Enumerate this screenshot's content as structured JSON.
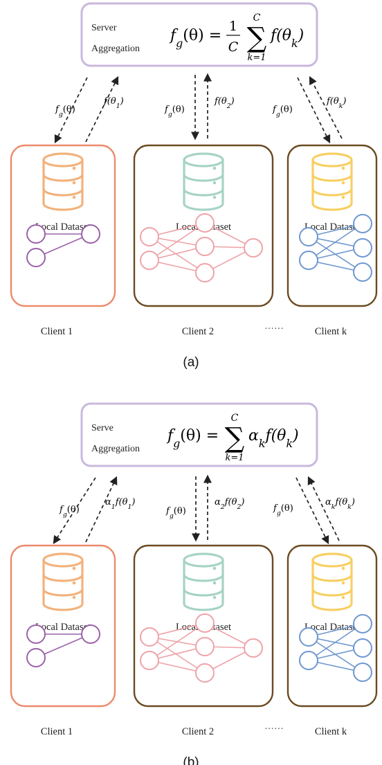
{
  "colors": {
    "server_border": "#c9b8dc",
    "client1_border": "#ec8a6c",
    "client_dark_border": "#6b4a22",
    "db_orange": "#f2b27c",
    "db_teal": "#a6d3c5",
    "db_yellow": "#f7cf62",
    "net_purple": "#9a62a8",
    "net_pink": "#eea3a8",
    "net_blue": "#6f97cf",
    "arrow": "#222222"
  },
  "panels": [
    {
      "id": "a",
      "caption": "(a)",
      "server": {
        "label_line1": "Server",
        "label_line2": "Aggregation",
        "formula": {
          "lhs": "f",
          "lhs_sub": "g",
          "lhs_arg": "(θ) =",
          "frac_num": "1",
          "frac_den": "C",
          "sum": "∑",
          "sum_top": "C",
          "sum_bottom": "k=1",
          "coef": "",
          "coef_sub": "",
          "term": "f(θ",
          "term_sub": "k",
          "term_close": ")"
        }
      },
      "arrows": [
        {
          "down": "f",
          "down_sub": "g",
          "down_arg": "(θ)",
          "up_coef": "",
          "up_coef_sub": "",
          "up": "f(θ",
          "up_sub": "1",
          "up_close": ")"
        },
        {
          "down": "f",
          "down_sub": "g",
          "down_arg": "(θ)",
          "up_coef": "",
          "up_coef_sub": "",
          "up": "f(θ",
          "up_sub": "2",
          "up_close": ")"
        },
        {
          "down": "f",
          "down_sub": "g",
          "down_arg": "(θ)",
          "up_coef": "",
          "up_coef_sub": "",
          "up": "f(θ",
          "up_sub": "k",
          "up_close": ")"
        }
      ],
      "clients": [
        {
          "dataset_label": "Local Dataset",
          "name": "Client 1"
        },
        {
          "dataset_label": "Local Dataset",
          "name": "Client 2"
        },
        {
          "dataset_label": "Local Dataset",
          "name": "Client k"
        }
      ],
      "ellipsis": "······"
    },
    {
      "id": "b",
      "caption": "(b)",
      "server": {
        "label_line1": "Serve",
        "label_line2": "Aggregation",
        "formula": {
          "lhs": "f",
          "lhs_sub": "g",
          "lhs_arg": "(θ) =",
          "frac_num": "",
          "frac_den": "",
          "sum": "∑",
          "sum_top": "C",
          "sum_bottom": "k=1",
          "coef": "α",
          "coef_sub": "k",
          "term": "f(θ",
          "term_sub": "k",
          "term_close": ")"
        }
      },
      "arrows": [
        {
          "down": "f",
          "down_sub": "g",
          "down_arg": "(θ)",
          "up_coef": "α",
          "up_coef_sub": "1",
          "up": "f(θ",
          "up_sub": "1",
          "up_close": ")"
        },
        {
          "down": "f",
          "down_sub": "g",
          "down_arg": "(θ)",
          "up_coef": "α",
          "up_coef_sub": "2",
          "up": "f(θ",
          "up_sub": "2",
          "up_close": ")"
        },
        {
          "down": "f",
          "down_sub": "g",
          "down_arg": "(θ)",
          "up_coef": "α",
          "up_coef_sub": "k",
          "up": "f(θ",
          "up_sub": "k",
          "up_close": ")"
        }
      ],
      "clients": [
        {
          "dataset_label": "Local Dataset",
          "name": "Client 1"
        },
        {
          "dataset_label": "Local Dataset",
          "name": "Client 2"
        },
        {
          "dataset_label": "Local Dataset",
          "name": "Client k"
        }
      ],
      "ellipsis": "······"
    }
  ]
}
